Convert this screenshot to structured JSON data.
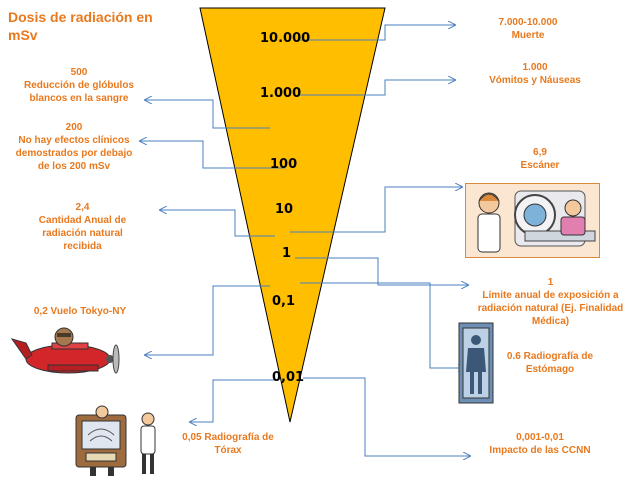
{
  "title": "Dosis de radiación en\nmSv",
  "colors": {
    "cone": "#ffbe00",
    "text": "#e8791e",
    "line": "#4a7fc1",
    "scale": "#000000"
  },
  "scale_labels": [
    "10.000",
    "1.000",
    "100",
    "10",
    "1",
    "0,1",
    "0,01"
  ],
  "left_labels": {
    "l500": "500\nReducción de glóbulos\nblancos en la sangre",
    "l200": "200\nNo hay efectos clínicos\ndemostrados por debajo\nde los 200 mSv",
    "l24": "2,4\nCantidad Anual de\nradiación natural\nrecibida",
    "l02": "0,2 Vuelo Tokyo-NY",
    "l005": "0,05 Radiografía de\nTórax"
  },
  "right_labels": {
    "r7000": "7.000-10.000\nMuerte",
    "r1000": "1.000\nVómitos y Náuseas",
    "r69": "6,9\nEscáner",
    "r1": "1\nLímite anual  de exposición a\nradiación natural (Ej. Finalidad\nMédica)",
    "r06": "0.6 Radiografía de\nEstómago",
    "r0001": "0,001-0,01\nImpacto de las CCNN"
  },
  "illustrations": {
    "scanner": "ct-scanner-illustration",
    "xray_stomach": "stomach-xray-illustration",
    "airplane": "airplane-pilot-illustration",
    "xray_chest": "chest-xray-machine-illustration"
  }
}
